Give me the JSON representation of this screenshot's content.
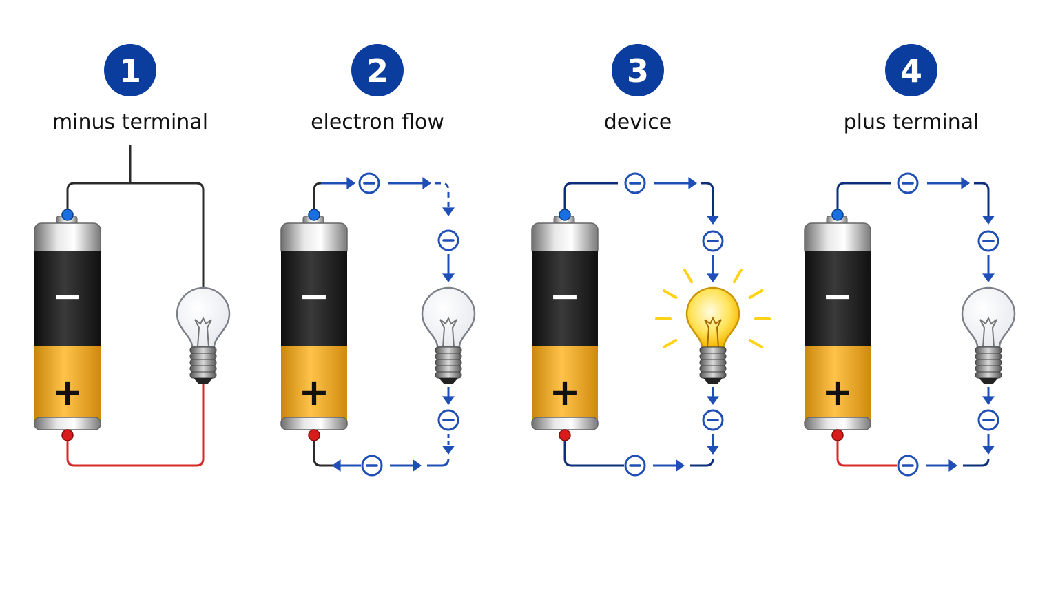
{
  "colors": {
    "badge": "#0b3d9e",
    "flow": "#1f4fb6",
    "wire_dark": "#2b2b2b",
    "wire_red": "#d42a2a",
    "battery_black": "#1c1c1c",
    "battery_gold": "#f2a81e",
    "terminal_blue": "#1a6fe0",
    "terminal_red": "#d81b1b",
    "bulb_glow": "#ffd21a"
  },
  "steps": [
    {
      "number": "1",
      "label": "minus terminal",
      "minus_sign": "−",
      "plus_sign": "+",
      "bulb_lit": false,
      "show_electrons": false
    },
    {
      "number": "2",
      "label": "electron flow",
      "minus_sign": "−",
      "plus_sign": "+",
      "bulb_lit": false,
      "show_electrons": true
    },
    {
      "number": "3",
      "label": "device",
      "minus_sign": "−",
      "plus_sign": "+",
      "bulb_lit": true,
      "show_electrons": true
    },
    {
      "number": "4",
      "label": "plus terminal",
      "minus_sign": "−",
      "plus_sign": "+",
      "bulb_lit": false,
      "show_electrons": true
    }
  ]
}
